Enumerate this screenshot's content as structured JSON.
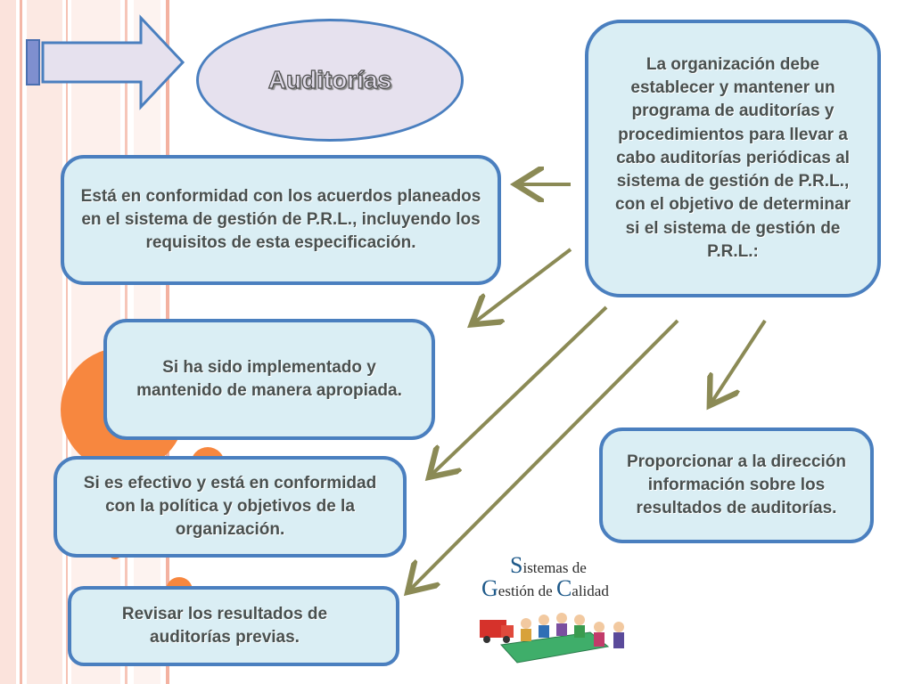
{
  "title": "Auditorías",
  "intro_text": "La organización debe establecer y mantener un programa de auditorías y procedimientos para llevar a cabo auditorías periódicas al sistema de gestión de P.R.L., con el objetivo de determinar si el sistema de gestión de P.R.L.:",
  "items": [
    "Está en conformidad con los acuerdos planeados en el sistema de gestión de P.R.L., incluyendo los requisitos de esta especificación.",
    "Si ha sido implementado y mantenido de manera apropiada.",
    "Si es efectivo y está en conformidad con la política y objetivos de la organización.",
    "Revisar los resultados de auditorías previas.",
    "Proporcionar a la dirección información sobre los resultados de auditorías."
  ],
  "logo": {
    "line1_cap": "S",
    "line1_rest": "istemas de",
    "line2_cap1": "G",
    "line2_rest1": "estión de ",
    "line2_cap2": "C",
    "line2_rest2": "alidad"
  },
  "colors": {
    "box_fill": "#daeef4",
    "box_border": "#4a7fbf",
    "arrow": "#8b8a55",
    "accent_orange": "#f7873f",
    "ellipse_fill": "#e6e1ee"
  }
}
